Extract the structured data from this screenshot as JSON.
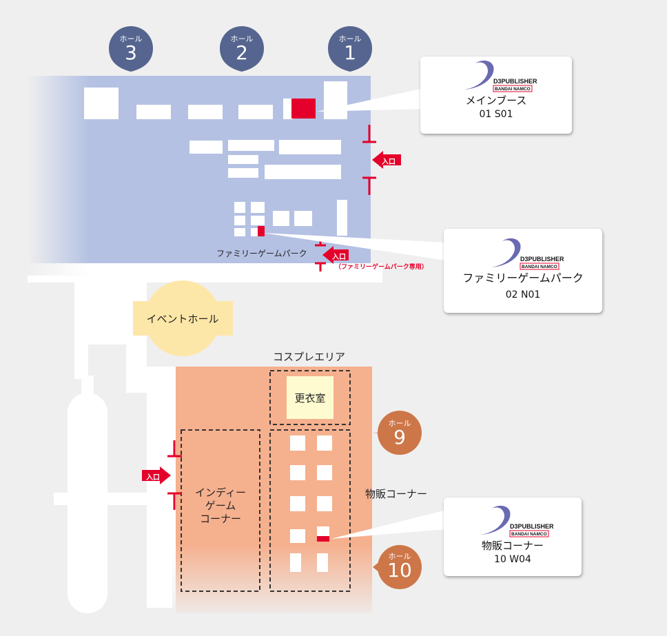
{
  "halls": {
    "hall_label": "ホール",
    "hall3": "3",
    "hall2": "2",
    "hall1": "1",
    "hall9": "9",
    "hall10": "10"
  },
  "entrance": {
    "label": "入口",
    "family_note": "（ファミリーゲームパーク専用）"
  },
  "areas": {
    "family_game_park": "ファミリーゲームパーク",
    "event_hall": "イベントホール",
    "cosplay_area": "コスプレエリア",
    "changing_room": "更衣室",
    "indie_line1": "インディー",
    "indie_line2": "ゲーム",
    "indie_line3": "コーナー",
    "merch_corner": "物販コーナー"
  },
  "booths": {
    "main": {
      "name": "メインブース",
      "code": "01 S01"
    },
    "family": {
      "name": "ファミリーゲームパーク",
      "code": "02 N01"
    },
    "merch": {
      "name": "物販コーナー",
      "code": "10 W04"
    }
  },
  "logo": {
    "line1": "D3PUBLISHER",
    "line2": "BANDAI NAMCO"
  },
  "colors": {
    "hall_north": "#b4c1e3",
    "hall_west": "#f5b08e",
    "pin_blue": "#55658f",
    "pin_orange": "#cd7648",
    "accent_red": "#e4002b",
    "event_hall": "#fde7a8",
    "changing_room": "#fffbd0",
    "logo_swirl": "#6a6ab2"
  }
}
